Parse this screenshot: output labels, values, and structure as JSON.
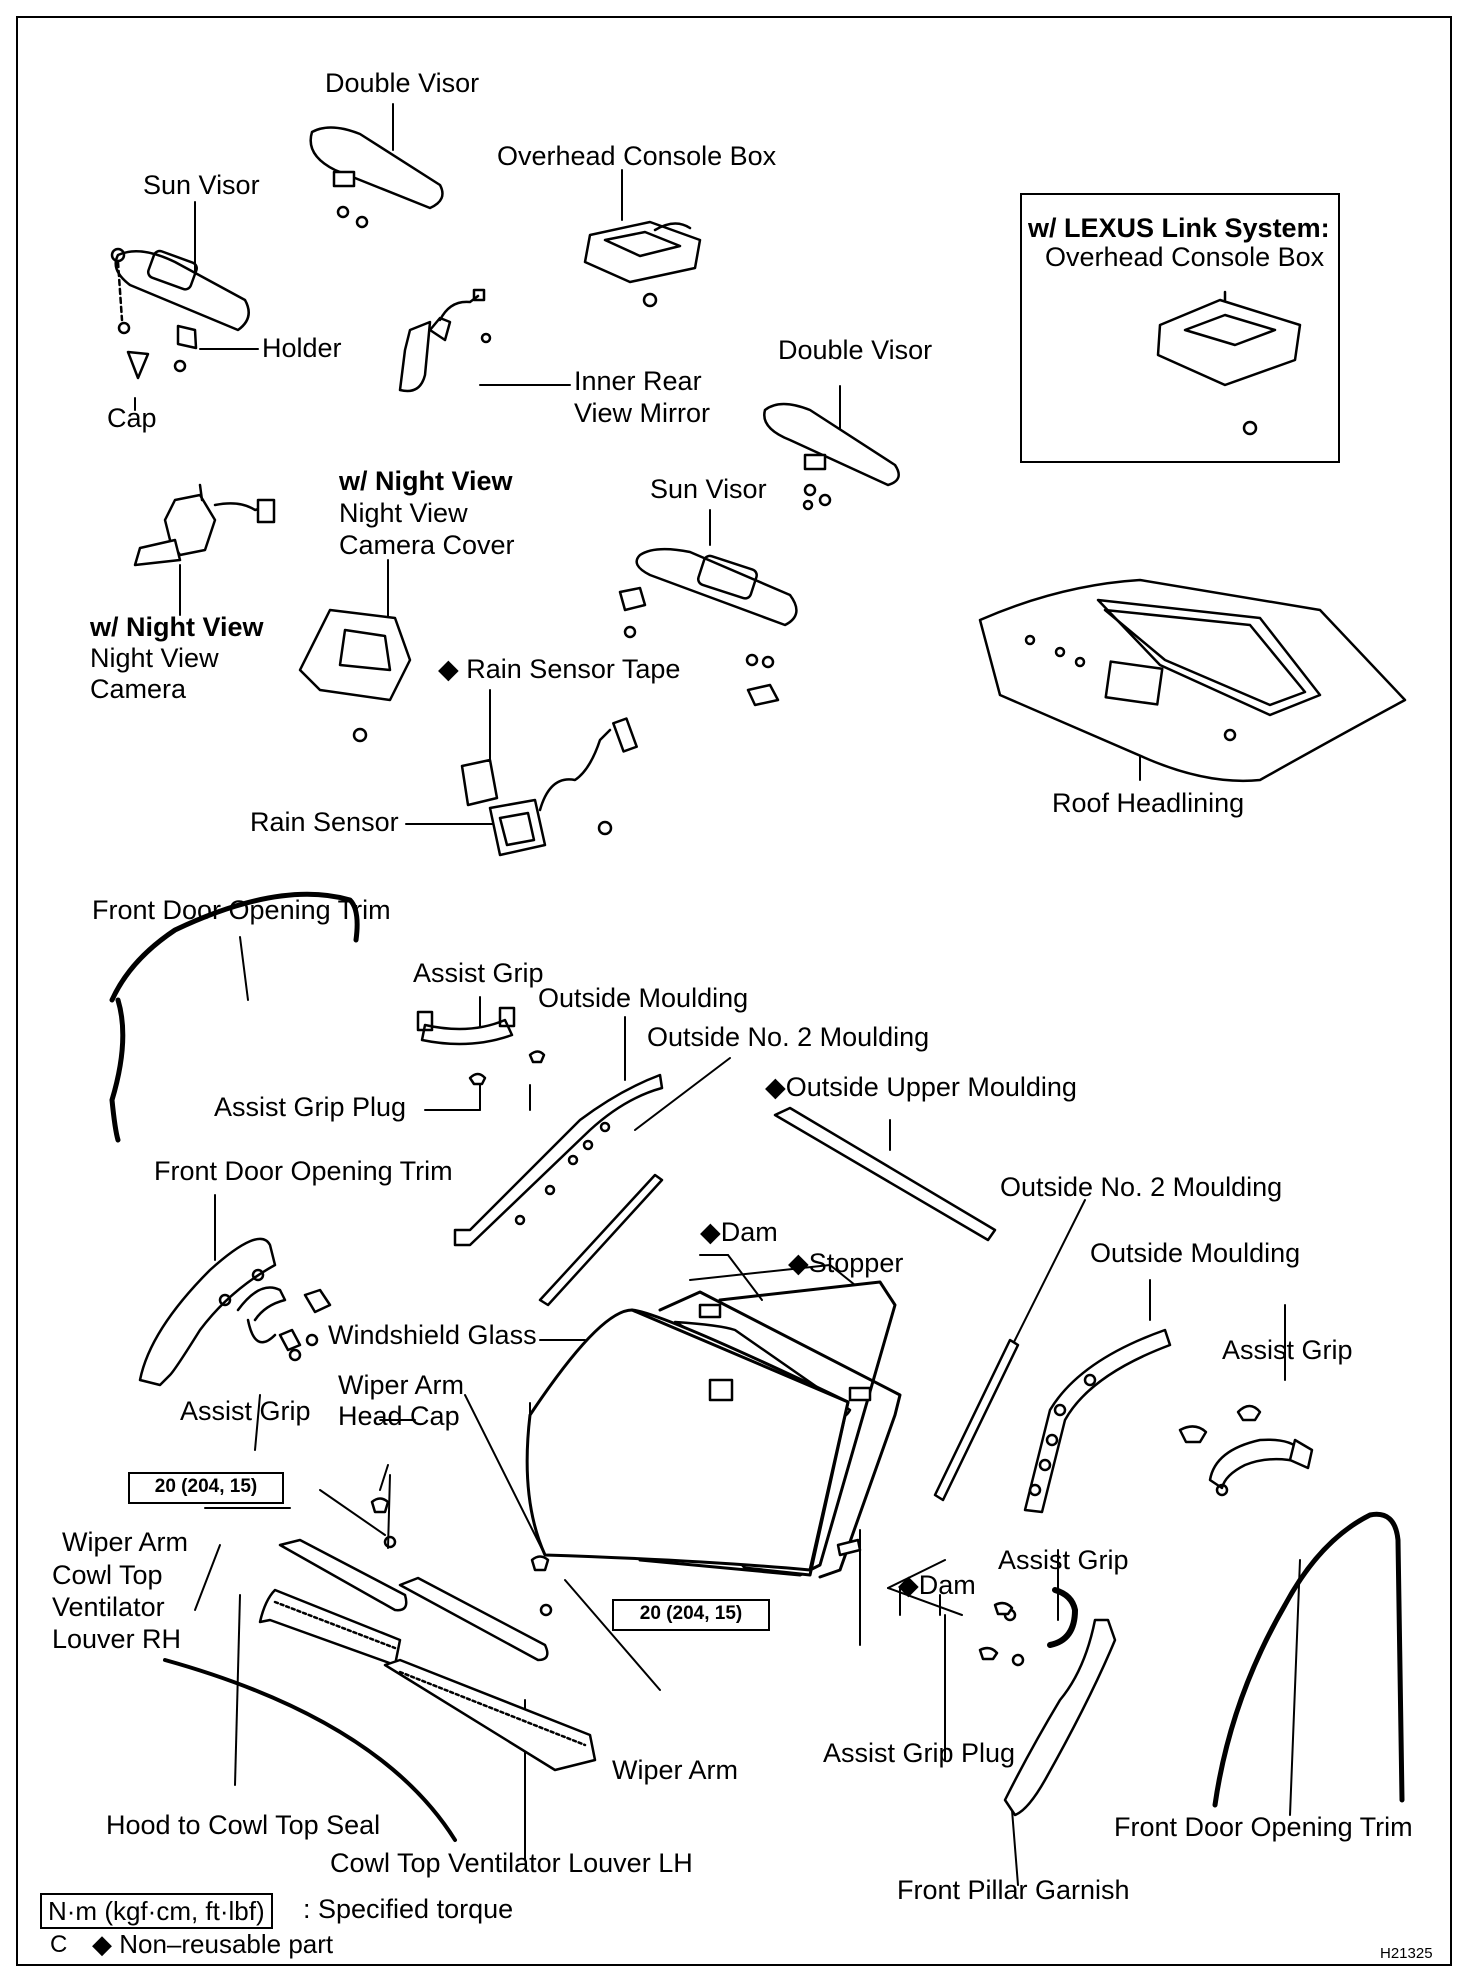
{
  "labels": {
    "double_visor_top": "Double Visor",
    "overhead_console_box": "Overhead Console Box",
    "sun_visor_left": "Sun Visor",
    "holder": "Holder",
    "cap": "Cap",
    "inner_rear_view_mirror_1": "Inner Rear",
    "inner_rear_view_mirror_2": "View Mirror",
    "lexus_link_title": "w/ LEXUS Link System:",
    "lexus_link_console": "Overhead Console Box",
    "double_visor_right": "Double Visor",
    "sun_visor_right": "Sun Visor",
    "night_view_cover_title": "w/ Night View",
    "night_view_cover_1": "Night View",
    "night_view_cover_2": "Camera Cover",
    "night_view_camera_title": "w/ Night View",
    "night_view_camera_1": "Night View",
    "night_view_camera_2": "Camera",
    "rain_sensor_tape": "Rain Sensor Tape",
    "rain_sensor": "Rain Sensor",
    "roof_headlining": "Roof Headlining",
    "front_door_opening_trim_top": "Front Door Opening Trim",
    "assist_grip_top": "Assist Grip",
    "outside_moulding_left": "Outside Moulding",
    "outside_no2_moulding_left": "Outside No. 2 Moulding",
    "assist_grip_plug_top": "Assist Grip Plug",
    "outside_upper_moulding": "Outside Upper Moulding",
    "front_door_opening_trim_mid": "Front Door Opening Trim",
    "outside_no2_moulding_right": "Outside No. 2 Moulding",
    "dam_top": "Dam",
    "stopper": "Stopper",
    "outside_moulding_right": "Outside Moulding",
    "windshield_glass": "Windshield Glass",
    "assist_grip_right": "Assist Grip",
    "assist_grip_left": "Assist Grip",
    "wiper_arm_head_cap_1": "Wiper Arm",
    "wiper_arm_head_cap_2": "Head Cap",
    "wiper_arm_left": "Wiper Arm",
    "cowl_rh_1": "Cowl Top",
    "cowl_rh_2": "Ventilator",
    "cowl_rh_3": "Louver RH",
    "dam_bottom": "Dam",
    "assist_grip_lower": "Assist Grip",
    "wiper_arm_right": "Wiper Arm",
    "assist_grip_plug_bottom": "Assist Grip Plug",
    "hood_to_cowl_top_seal": "Hood to Cowl Top Seal",
    "front_door_opening_trim_right": "Front Door Opening Trim",
    "cowl_lh": "Cowl Top Ventilator Louver LH",
    "front_pillar_garnish": "Front Pillar Garnish"
  },
  "torque": {
    "left": "20 (204, 15)",
    "right": "20 (204, 15)"
  },
  "legend": {
    "torque_key": "N·m (kgf·cm, ft·lbf)",
    "torque_text": ": Specified torque",
    "c_mark": "C",
    "nonreusable_text": "Non–reusable part",
    "diamond": "◆"
  },
  "figure_code": "H21325"
}
